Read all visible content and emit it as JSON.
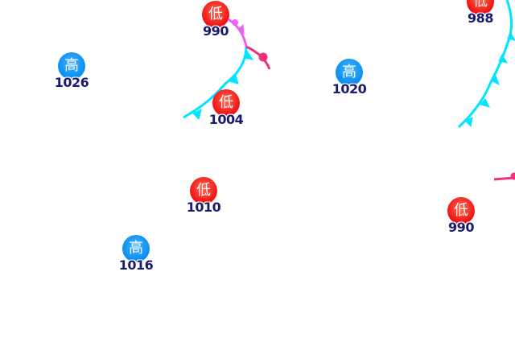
{
  "colors": {
    "low": "#f01010",
    "high": "#0a8cf0",
    "label": "#1a1a6e",
    "cold_front": "#00e5ff",
    "warm_front": "#f0307a",
    "occluded_front": "#f060f0"
  },
  "systems": [
    {
      "type": "low",
      "symbol": "低",
      "value": "990"
    },
    {
      "type": "high",
      "symbol": "高",
      "value": "1026"
    },
    {
      "type": "low",
      "symbol": "低",
      "value": "1004"
    },
    {
      "type": "high",
      "symbol": "高",
      "value": "1020"
    },
    {
      "type": "low",
      "symbol": "低",
      "value": "988"
    },
    {
      "type": "low",
      "symbol": "低",
      "value": "1010"
    },
    {
      "type": "low",
      "symbol": "低",
      "value": "990"
    },
    {
      "type": "high",
      "symbol": "高",
      "value": "1016"
    }
  ]
}
